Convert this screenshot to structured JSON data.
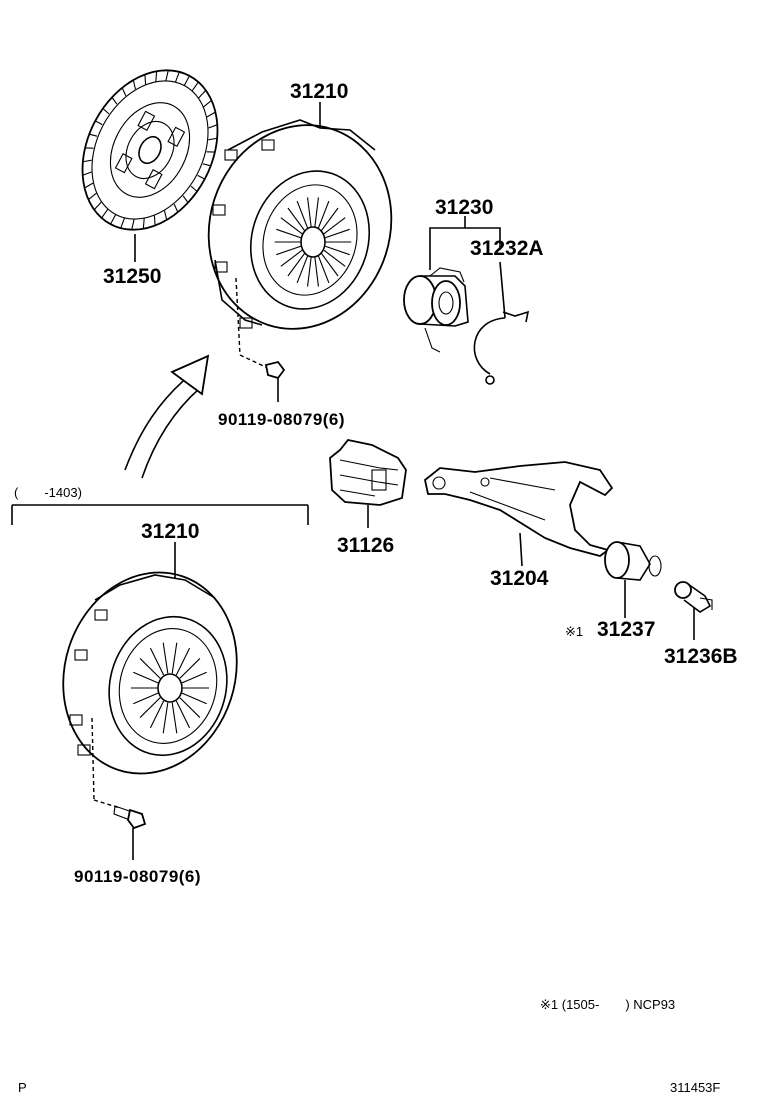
{
  "labels": {
    "disc": "31250",
    "cover_top": "31210",
    "bearing": "31230",
    "clip": "31232A",
    "bolt_top": "90119-08079(6)",
    "range_bracket": "(　　-1403)",
    "cover_bottom": "31210",
    "boot": "31126",
    "fork": "31204",
    "pivot_marker": "※1",
    "pivot": "31237",
    "ball_stud": "31236B",
    "bolt_bottom": "90119-08079(6)",
    "footnote": "※1 (1505-　　) NCP93",
    "corner_left": "P",
    "corner_right": "311453F"
  }
}
